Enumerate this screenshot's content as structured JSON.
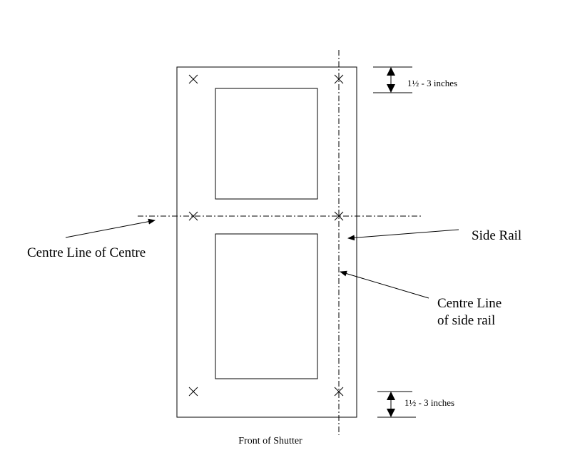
{
  "diagram": {
    "labels": {
      "centre_line_of_centre": "Centre Line of Centre",
      "side_rail": "Side Rail",
      "centre_line_side_rail_1": "Centre Line",
      "centre_line_side_rail_2": "of side rail",
      "dimension_top": "1½ - 3 inches",
      "dimension_bottom": "1½ - 3 inches",
      "caption": "Front of Shutter"
    },
    "colors": {
      "stroke": "#000000",
      "background": "#ffffff"
    }
  }
}
